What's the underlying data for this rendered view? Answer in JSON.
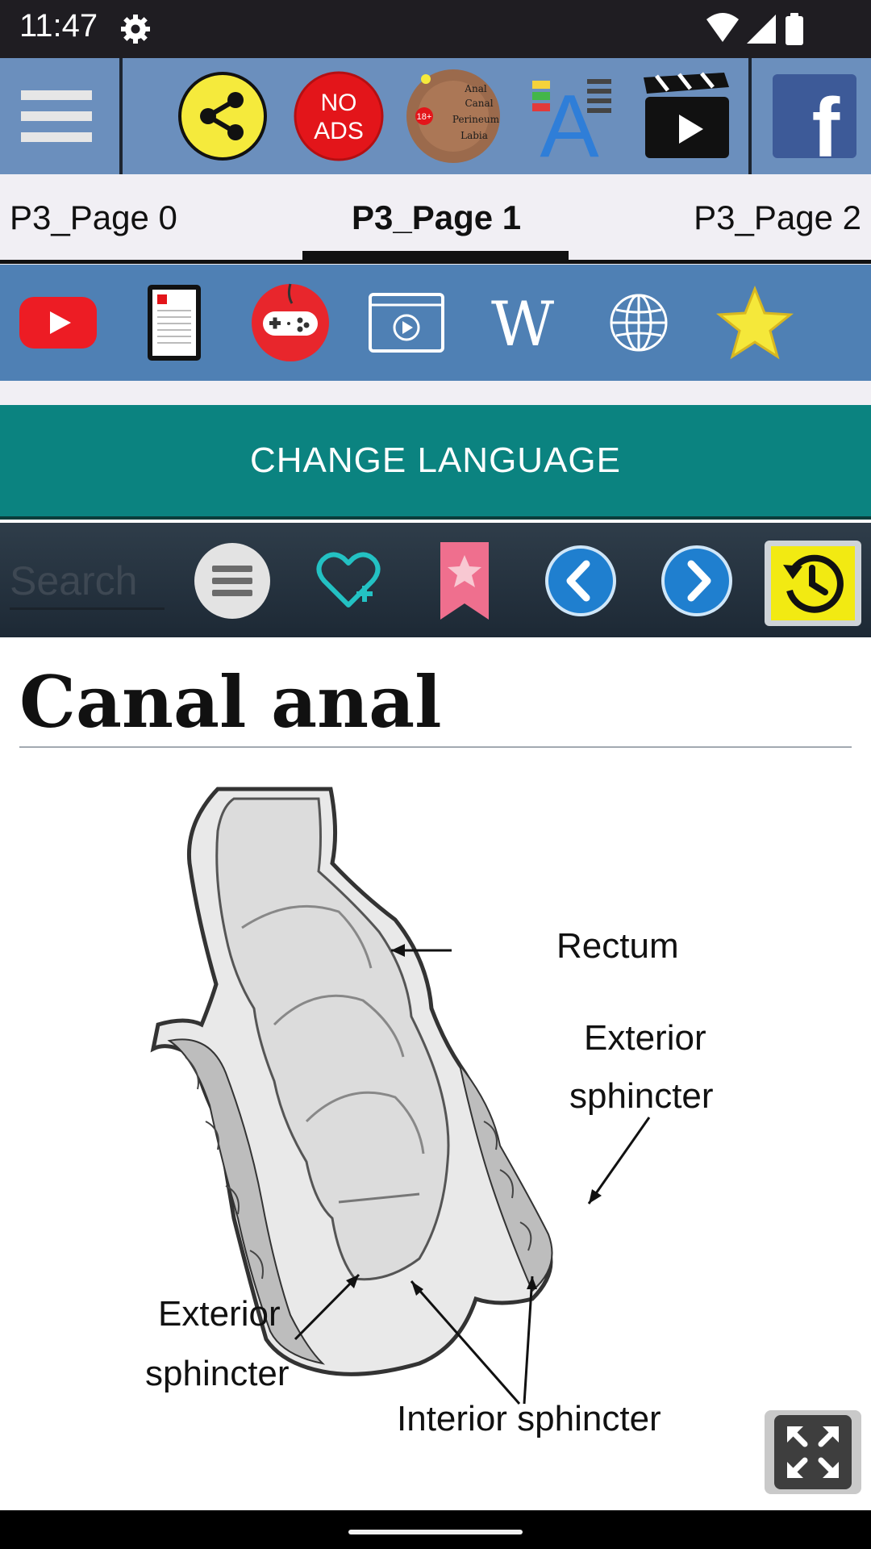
{
  "status_bar": {
    "time": "11:47"
  },
  "top_toolbar": {
    "no_ads_line1": "NO",
    "no_ads_line2": "ADS",
    "anatomy_badge": "18+",
    "anatomy_words": [
      "Anal",
      "Canal",
      "Perineum",
      "Labia"
    ],
    "font_icon_letter": "A",
    "facebook_letter": "f"
  },
  "tabs": [
    {
      "label": "P3_Page 0"
    },
    {
      "label": "P3_Page 1",
      "active": true
    },
    {
      "label": "P3_Page 2"
    }
  ],
  "links_bar": {
    "wikipedia_letter": "W"
  },
  "change_language": {
    "label": "CHANGE LANGUAGE"
  },
  "search": {
    "placeholder": "Search",
    "value": ""
  },
  "article": {
    "title": "Canal anal",
    "labels": {
      "rectum": "Rectum",
      "exterior_right_1": "Exterior",
      "exterior_right_2": "sphincter",
      "exterior_left_1": "Exterior",
      "exterior_left_2": "sphincter",
      "interior": "Interior sphincter"
    }
  },
  "colors": {
    "toolbar_bg": "#6b8fbd",
    "links_bg": "#4f80b4",
    "teal": "#0b8380",
    "history_yellow": "#f2ea12"
  }
}
